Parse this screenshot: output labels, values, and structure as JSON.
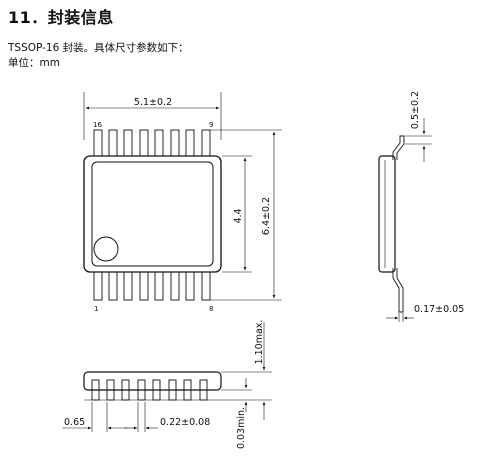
{
  "section": {
    "title": "11．封装信息",
    "intro": "TSSOP-16 封装。具体尺寸参数如下：",
    "unit": "单位：mm"
  },
  "top_view": {
    "width_dim": "5.1±0.2",
    "pin_16_label": "16",
    "pin_9_label": "9",
    "pin_1_label": "1",
    "pin_8_label": "8",
    "body_dim": "4.4",
    "overall_dim": "6.4±0.2"
  },
  "side_view": {
    "lead_length_dim": "0.5±0.2",
    "lead_thickness_dim": "0.17±0.05"
  },
  "front_view": {
    "max_height_dim": "1.10max.",
    "standoff_dim": "0.03min.",
    "pitch_dim": "0.65",
    "lead_width_dim": "0.22±0.08"
  }
}
